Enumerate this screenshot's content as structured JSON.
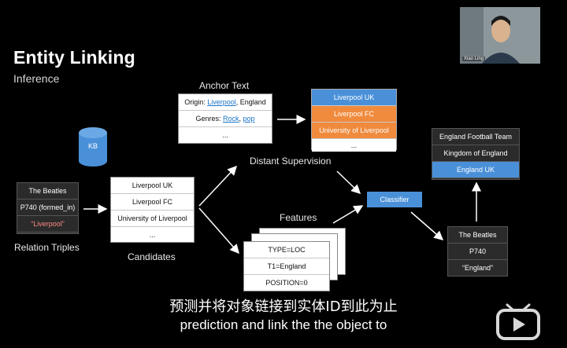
{
  "slide": {
    "title": "Entity Linking",
    "subtitle": "Inference"
  },
  "webcam": {
    "name": "Xiao Ling"
  },
  "relation": {
    "label": "Relation Triples",
    "rows": [
      "The Beatles",
      "P740 (formed_in)",
      "“Liverpool”"
    ],
    "highlight_color": "#ff8a80"
  },
  "kb": {
    "label": "KB",
    "color": "#4a90d9"
  },
  "candidates": {
    "label": "Candidates",
    "rows": [
      "Liverpool UK",
      "Liverpool FC",
      "University of Liverpool",
      "..."
    ]
  },
  "anchor": {
    "label": "Anchor Text",
    "origin_prefix": "Origin: ",
    "origin_link": "Liverpool",
    "origin_suffix": ", England",
    "genres_prefix": "Genres: ",
    "genres_link1": "Rock",
    "genres_sep": ", ",
    "genres_link2": "pop",
    "more": "..."
  },
  "supervision_list": {
    "rows": [
      "Liverpool UK",
      "Liverpool FC",
      "University of Liverpool",
      "..."
    ],
    "colors": [
      "#4a90d9",
      "#f08a3c",
      "#f08a3c",
      "#ffffff"
    ]
  },
  "distant_label": "Distant Supervision",
  "features": {
    "label": "Features",
    "rows": [
      "TYPE=LOC",
      "T1=England",
      "POSITION=0"
    ]
  },
  "classifier": {
    "label": "Classifier",
    "color": "#4a90d9"
  },
  "output_list": {
    "rows": [
      "England Football Team",
      "Kingdom of England",
      "England UK"
    ],
    "selected_color": "#4a90d9"
  },
  "result": {
    "rows": [
      "The Beatles",
      "P740",
      "“England”"
    ]
  },
  "captions": {
    "cn": "预测并将对象链接到实体ID到此为止",
    "en": "prediction and link the the object to"
  }
}
